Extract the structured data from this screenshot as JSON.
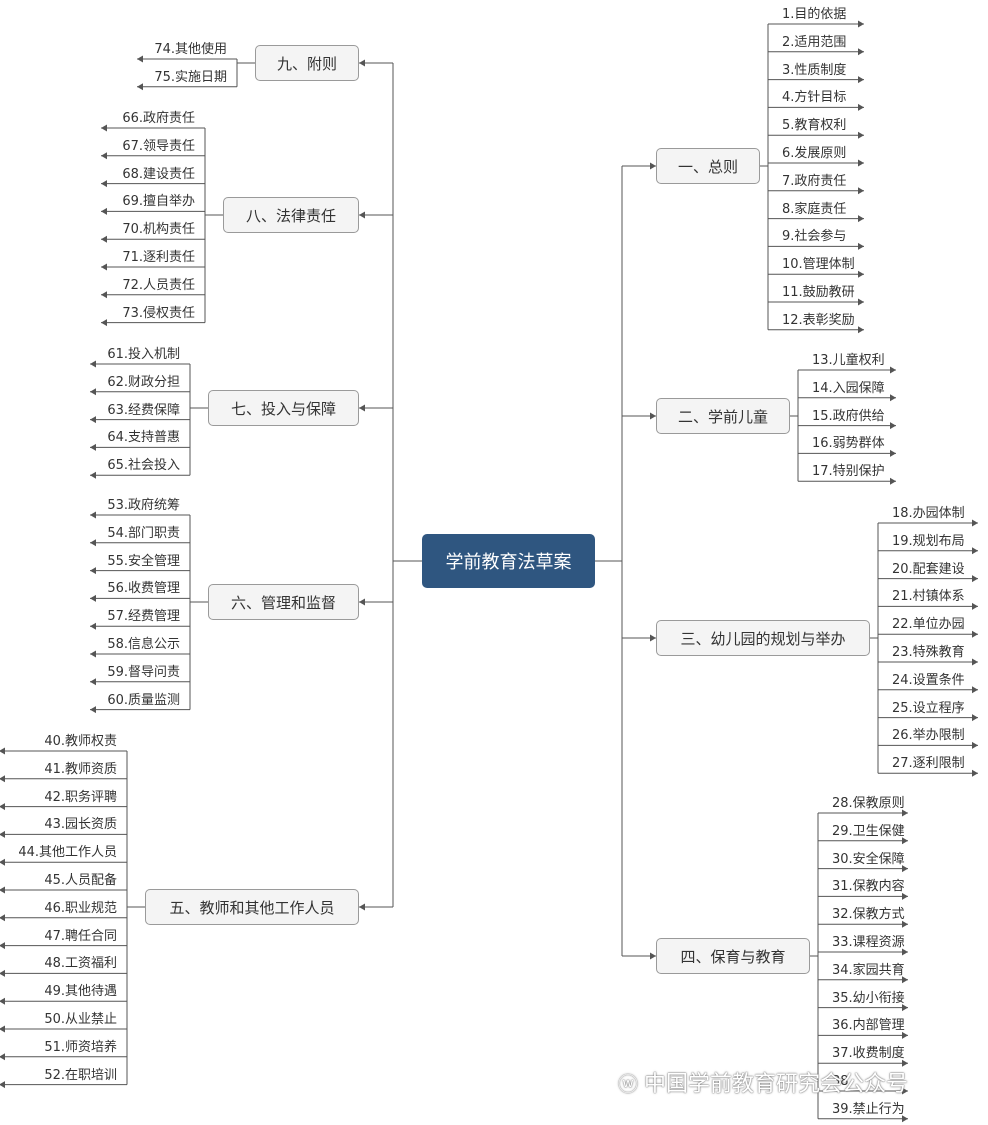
{
  "root": "学前教育法草案",
  "branches": [
    {
      "label": "一、总则",
      "items": [
        "1.目的依据",
        "2.适用范围",
        "3.性质制度",
        "4.方针目标",
        "5.教育权利",
        "6.发展原则",
        "7.政府责任",
        "8.家庭责任",
        "9.社会参与",
        "10.管理体制",
        "11.鼓励教研",
        "12.表彰奖励"
      ]
    },
    {
      "label": "二、学前儿童",
      "items": [
        "13.儿童权利",
        "14.入园保障",
        "15.政府供给",
        "16.弱势群体",
        "17.特别保护"
      ]
    },
    {
      "label": "三、幼儿园的规划与举办",
      "items": [
        "18.办园体制",
        "19.规划布局",
        "20.配套建设",
        "21.村镇体系",
        "22.单位办园",
        "23.特殊教育",
        "24.设置条件",
        "25.设立程序",
        "26.举办限制",
        "27.逐利限制"
      ]
    },
    {
      "label": "四、保育与教育",
      "items": [
        "28.保教原则",
        "29.卫生保健",
        "30.安全保障",
        "31.保教内容",
        "32.保教方式",
        "33.课程资源",
        "34.家园共育",
        "35.幼小衔接",
        "36.内部管理",
        "37.收费制度",
        "38.",
        "39.禁止行为"
      ]
    },
    {
      "label": "五、教师和其他工作人员",
      "items": [
        "40.教师权责",
        "41.教师资质",
        "42.职务评聘",
        "43.园长资质",
        "44.其他工作人员",
        "45.人员配备",
        "46.职业规范",
        "47.聘任合同",
        "48.工资福利",
        "49.其他待遇",
        "50.从业禁止",
        "51.师资培养",
        "52.在职培训"
      ]
    },
    {
      "label": "六、管理和监督",
      "items": [
        "53.政府统筹",
        "54.部门职责",
        "55.安全管理",
        "56.收费管理",
        "57.经费管理",
        "58.信息公示",
        "59.督导问责",
        "60.质量监测"
      ]
    },
    {
      "label": "七、投入与保障",
      "items": [
        "61.投入机制",
        "62.财政分担",
        "63.经费保障",
        "64.支持普惠",
        "65.社会投入"
      ]
    },
    {
      "label": "八、法律责任",
      "items": [
        "66.政府责任",
        "67.领导责任",
        "68.建设责任",
        "69.擅自举办",
        "70.机构责任",
        "71.逐利责任",
        "72.人员责任",
        "73.侵权责任"
      ]
    },
    {
      "label": "九、附则",
      "items": [
        "74.其他使用",
        "75.实施日期"
      ]
    }
  ],
  "watermark": {
    "text": "中国学前教育研究会公众号",
    "icon": "wechat-icon"
  },
  "colors": {
    "root_bg": "#2f5680",
    "node_bg": "#f4f4f4",
    "line": "#555555"
  }
}
